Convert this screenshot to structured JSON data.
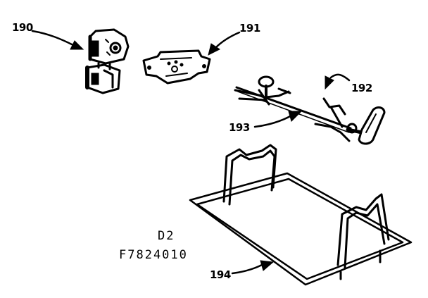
{
  "parts": [
    {
      "id": "190",
      "label": "190"
    },
    {
      "id": "191",
      "label": "191"
    },
    {
      "id": "192",
      "label": "192"
    },
    {
      "id": "193",
      "label": "193"
    },
    {
      "id": "194",
      "label": "194"
    }
  ],
  "drawing": {
    "section": "D2",
    "number": "F7824010"
  },
  "colors": {
    "ink": "#000000",
    "paper": "#ffffff"
  }
}
